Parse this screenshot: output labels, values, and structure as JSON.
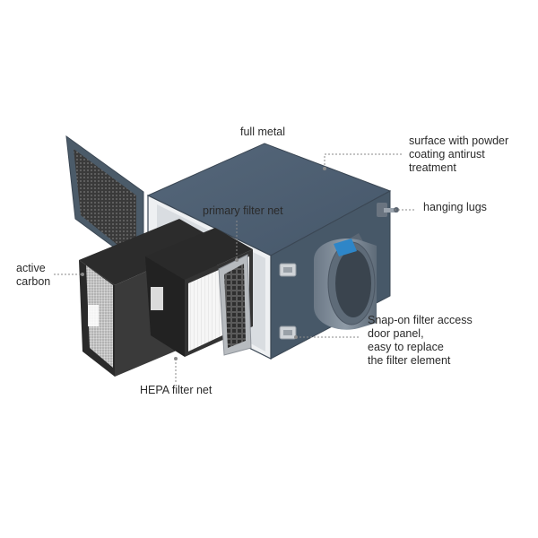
{
  "callouts": {
    "full_metal": "full metal",
    "surface": [
      "surface with powder",
      "coating antirust",
      "treatment"
    ],
    "hanging_lugs": "hanging lugs",
    "primary_filter": "primary filter net",
    "active_carbon": [
      "active",
      "carbon"
    ],
    "snap_on": [
      "Snap-on filter access",
      "door panel,",
      "easy to replace",
      "the filter element"
    ],
    "hepa_filter": "HEPA filter net"
  },
  "colors": {
    "housing": "#4b5b69",
    "accent": "#2e86c8"
  }
}
